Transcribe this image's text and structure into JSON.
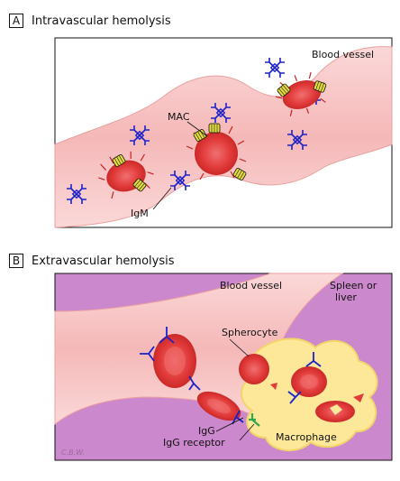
{
  "panel_a": {
    "letter": "A",
    "title": "Intravascular hemolysis",
    "labels": {
      "blood_vessel": "Blood vessel",
      "mac": "MAC",
      "igm": "IgM"
    }
  },
  "panel_b": {
    "letter": "B",
    "title": "Extravascular hemolysis",
    "labels": {
      "blood_vessel": "Blood vessel",
      "spleen_line1": "Spleen or",
      "spleen_line2": "liver",
      "spherocyte": "Spherocyte",
      "igg": "IgG",
      "igg_receptor": "IgG receptor",
      "macrophage": "Macrophage",
      "signature": "C.B.W."
    }
  },
  "colors": {
    "vessel": "#f7c1c1",
    "rbc": "#e53737",
    "rbc_center": "#f06a6a",
    "antibody": "#1c22c8",
    "mac": "#e3dc3a",
    "tissue": "#cc88cc",
    "macrophage": "#fde89a",
    "receptor": "#2fa84f"
  }
}
